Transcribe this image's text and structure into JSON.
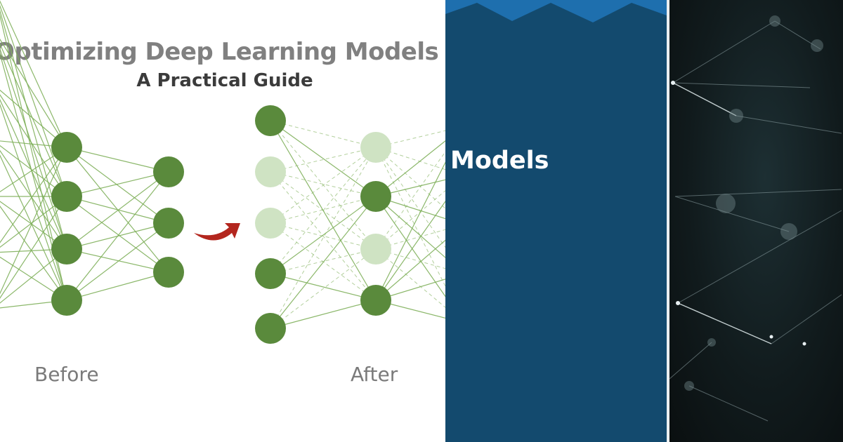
{
  "diagram": {
    "title": "Optimizing Deep Learning Models with Pruning",
    "subtitle": "A Practical Guide",
    "caption_before": "Before",
    "caption_after": "After"
  },
  "banner": {
    "heading": "Models"
  },
  "colors": {
    "node_active": "#5a8a3c",
    "node_pruned": "#cfe3c3",
    "edge": "#7fb05a",
    "arrow": "#b3261e",
    "banner_blue": "#134a6e"
  }
}
